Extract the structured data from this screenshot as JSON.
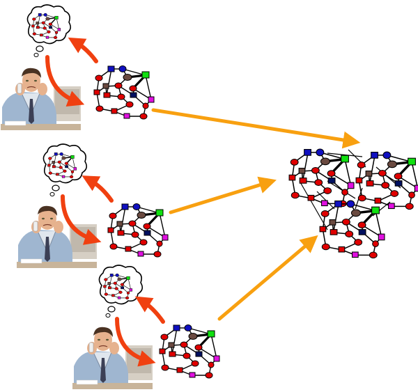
{
  "colors": {
    "background": "#ffffff",
    "node_red": "#e00000",
    "node_blue": "#1010c0",
    "node_navy": "#001060",
    "node_green": "#10e010",
    "node_brown": "#6a4a40",
    "node_magenta": "#e010e0",
    "edge": "#000000",
    "feedback_arrow": "#f04010",
    "merge_arrow": "#f8a010",
    "bubble_fill": "#ffffff",
    "bubble_stroke": "#000000",
    "shirt": "#9fb6d0",
    "skin": "#e6b28e",
    "hair": "#4a3222",
    "desk": "#c8b49a",
    "monitor": "#d6cfc4"
  },
  "icons": {
    "person": "stressed-man-on-phone",
    "thought": "thought-bubble-icon",
    "network": "node-network-diagram",
    "merged": "merged-network-diagram"
  },
  "people": [
    {
      "id": "person-1"
    },
    {
      "id": "person-2"
    },
    {
      "id": "person-3"
    }
  ]
}
